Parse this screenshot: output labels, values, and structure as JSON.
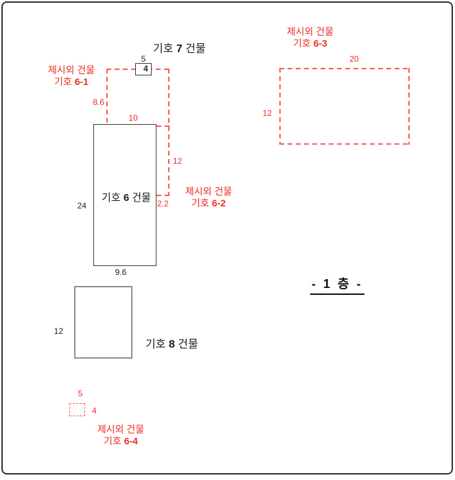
{
  "floor_label": "- 1 층 -",
  "colors": {
    "red_text": "#ee2b24",
    "red_dash": "#ff5a52",
    "black_line": "#3a3a3a",
    "gray_line": "#8e8e8e"
  },
  "building7": {
    "name_prefix": "기호",
    "name_number": "7",
    "name_suffix": "건물",
    "dim_top": "5",
    "dim_inside": "4"
  },
  "building6": {
    "name_prefix": "기호",
    "name_number": "6",
    "name_suffix": "건물",
    "dim_left": "24",
    "dim_bottom": "9.6"
  },
  "building8": {
    "name_prefix": "기호",
    "name_number": "8",
    "name_suffix": "건물",
    "dim_left": "12"
  },
  "extra_6_1": {
    "line1": "제시외 건물",
    "line2_prefix": "기호",
    "line2_number": "6-1",
    "dim_left": "8.6",
    "dim_top": "10"
  },
  "extra_6_2": {
    "line1": "제시외 건물",
    "line2_prefix": "기호",
    "line2_number": "6-2",
    "dim_right": "12",
    "dim_bottom": "2.2"
  },
  "extra_6_3": {
    "line1": "제시외 건물",
    "line2_prefix": "기호",
    "line2_number": "6-3",
    "dim_top": "20",
    "dim_left": "12"
  },
  "extra_6_4": {
    "line1": "제시외 건물",
    "line2_prefix": "기호",
    "line2_number": "6-4",
    "dim_top": "5",
    "dim_right": "4"
  }
}
